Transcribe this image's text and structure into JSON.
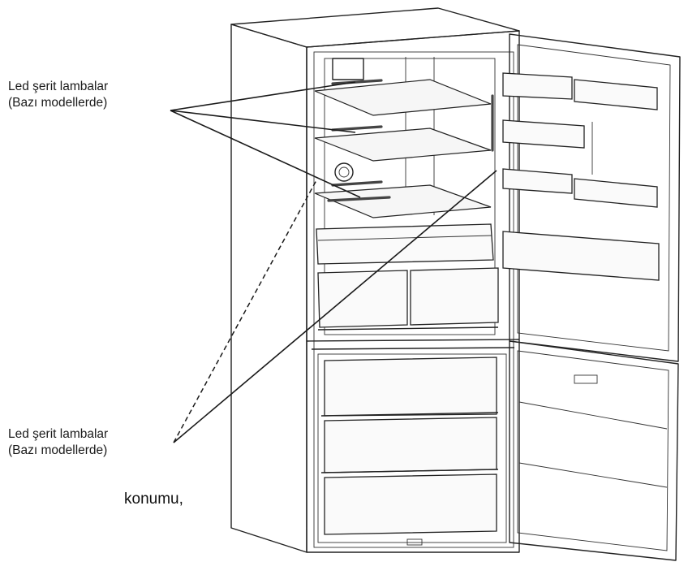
{
  "callouts": [
    {
      "line1": "Led şerit lambalar",
      "line2": "(Bazı modellerde)"
    },
    {
      "line1": "Led şerit lambalar",
      "line2": "(Bazı modellerde)"
    }
  ],
  "caption": "konumu,",
  "drawing": {
    "subject": "refrigerator-open-doors",
    "colors": {
      "line": "#222222",
      "background": "#ffffff"
    }
  }
}
